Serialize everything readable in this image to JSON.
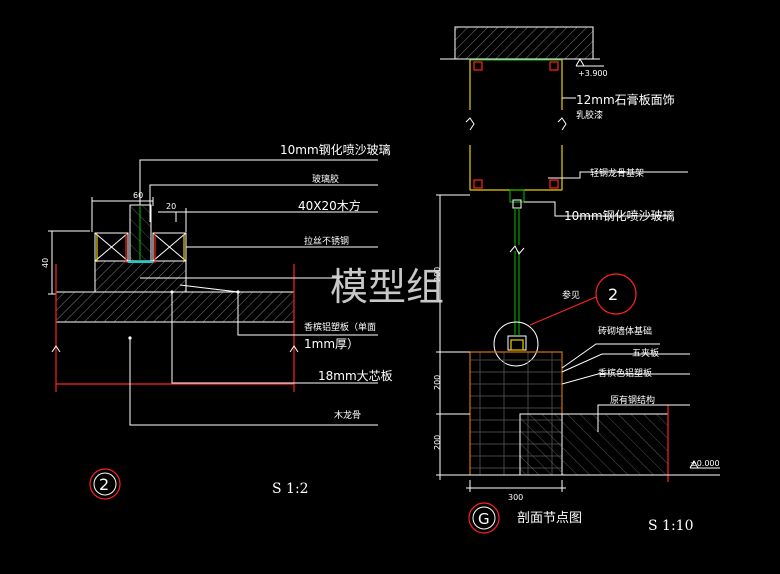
{
  "watermark": "模型组",
  "left_detail": {
    "labels": {
      "glass": "10mm钢化喷沙玻璃",
      "glue": "玻璃胶",
      "wood": "40X20木方",
      "steel": "拉丝不锈钢",
      "board_a": "香槟铝塑板（单面",
      "board_b": "1mm厚）",
      "core": "18mm大芯板",
      "keel": "木龙骨"
    },
    "dims": {
      "d60": "60",
      "d20": "20",
      "d40": "40"
    },
    "tag": "2",
    "scale": "S 1:2"
  },
  "right_detail": {
    "labels": {
      "gypsum_a": "12mm石膏板面饰",
      "gypsum_b": "乳胶漆",
      "frame": "轻钢龙骨基架",
      "glass": "10mm钢化喷沙玻璃",
      "ref": "参见",
      "ref_tag": "2",
      "brick": "砖砌墙体基础",
      "veneer": "五夹板",
      "champagne": "香槟色铝塑板",
      "structure": "原有钢结构"
    },
    "elev_top": "+3.900",
    "elev_bottom": "±0.000",
    "dims": {
      "d200a": "200",
      "d200b": "200",
      "d200c": "200",
      "d300": "300"
    },
    "tag": "G",
    "title": "剖面节点图",
    "scale": "S 1:10"
  }
}
